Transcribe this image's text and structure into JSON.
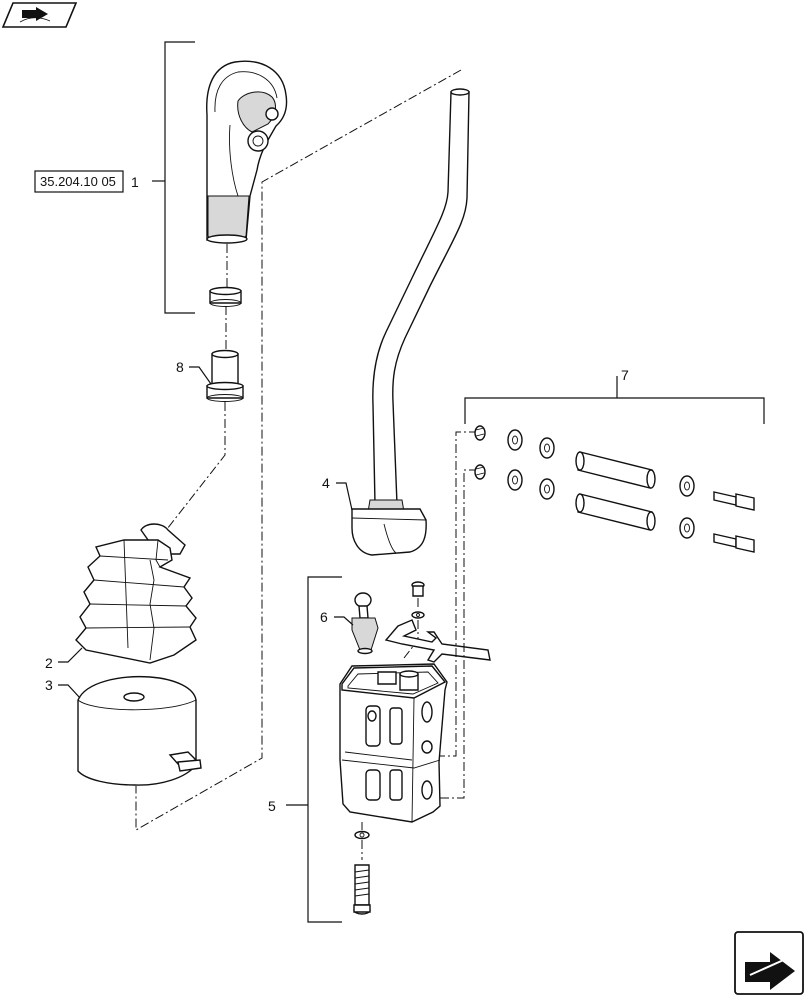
{
  "reference_box": {
    "text": "35.204.10 05"
  },
  "callouts": {
    "c1": "1",
    "c2": "2",
    "c3": "3",
    "c4": "4",
    "c5": "5",
    "c6": "6",
    "c7": "7",
    "c8": "8"
  },
  "nav": {
    "top_icon": "book-arrow-icon",
    "bottom_icon": "next-page-arrow-icon"
  }
}
